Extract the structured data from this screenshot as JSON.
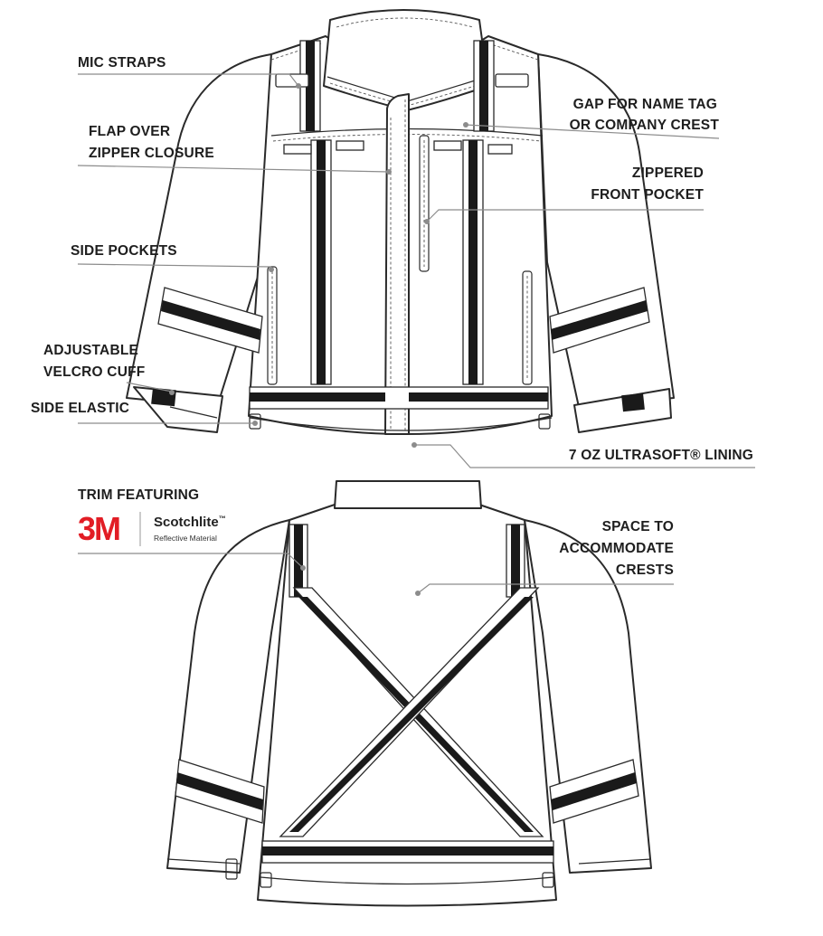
{
  "labels": {
    "mic_straps": "MIC STRAPS",
    "flap_line1": "FLAP OVER",
    "flap_line2": "ZIPPER CLOSURE",
    "side_pockets": "SIDE POCKETS",
    "velcro_line1": "ADJUSTABLE",
    "velcro_line2": "VELCRO CUFF",
    "side_elastic": "SIDE ELASTIC",
    "gap_line1": "GAP FOR NAME TAG",
    "gap_line2": "OR COMPANY CREST",
    "zip_line1": "ZIPPERED",
    "zip_line2": "FRONT POCKET",
    "lining": "7 OZ ULTRASOFT® LINING",
    "trim_featuring": "TRIM FEATURING",
    "space_line1": "SPACE TO",
    "space_line2": "ACCOMMODATE",
    "space_line3": "CRESTS"
  },
  "logo": {
    "brand": "3M",
    "product": "Scotchlite",
    "trademark": "™",
    "subtitle": "Reflective Material",
    "brand_color": "#e21d25"
  },
  "colors": {
    "outline": "#2a2a2a",
    "leader": "#8c8c8c",
    "trim_band": "#1a1a1a",
    "text": "#1e1e1e"
  }
}
